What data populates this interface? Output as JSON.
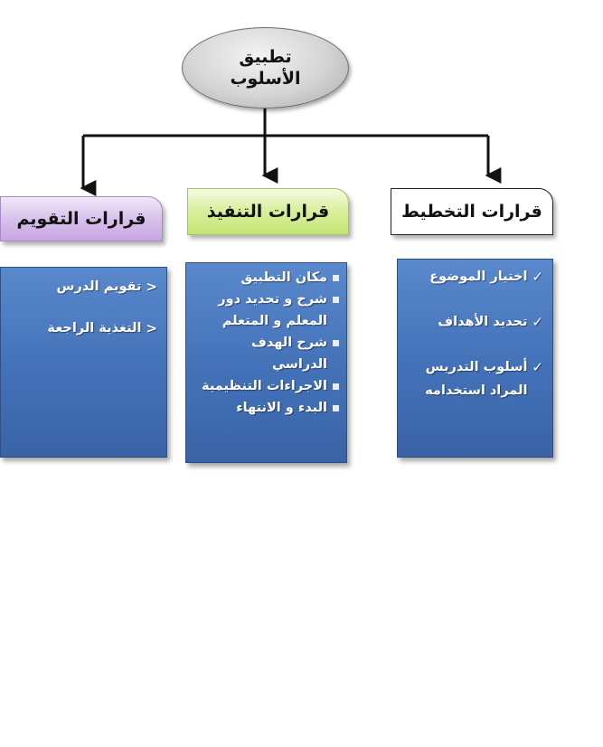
{
  "root": {
    "line1": "تطبيق",
    "line2": "الأسلوب"
  },
  "columns": {
    "planning": {
      "title": "قرارات التخطيط",
      "items": [
        "اختيار الموضوع",
        "تحديد الأهداف",
        "أسلوب التدريس المراد استخدامه"
      ]
    },
    "execution": {
      "title": "قرارات التنفيذ",
      "items": [
        "مكان التطبيق",
        "شرح و تحديد دور المعلم و المتعلم",
        "شرح الهدف الدراسي",
        "الاجراءات التنظيمية",
        "البدء و الانتهاء"
      ]
    },
    "evaluation": {
      "title": "قرارات التقويم",
      "items": [
        "تقويم الدرس",
        "التغذية الراجعة"
      ]
    }
  },
  "icons": {
    "planning_bullet": "check-icon",
    "execution_bullet": "square-bullet-icon",
    "evaluation_bullet": "chevron-icon"
  },
  "colors": {
    "box_blue": "#4472c4",
    "execution_header": "#d6ee9c",
    "evaluation_header": "#d9c2ec",
    "root_fill": "#d4d4d4"
  }
}
